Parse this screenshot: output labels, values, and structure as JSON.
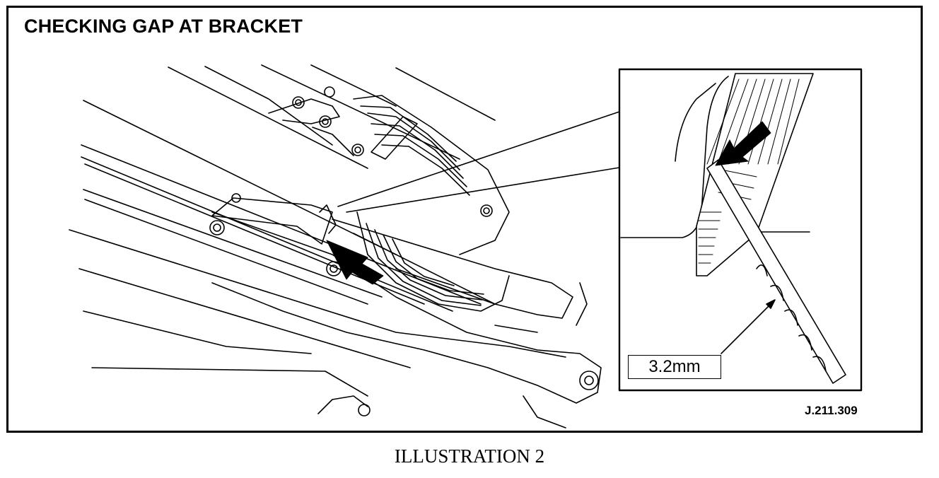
{
  "title": "CHECKING GAP AT BRACKET",
  "reference": "J.211.309",
  "measurement": "3.2mm",
  "caption": "ILLUSTRATION 2"
}
